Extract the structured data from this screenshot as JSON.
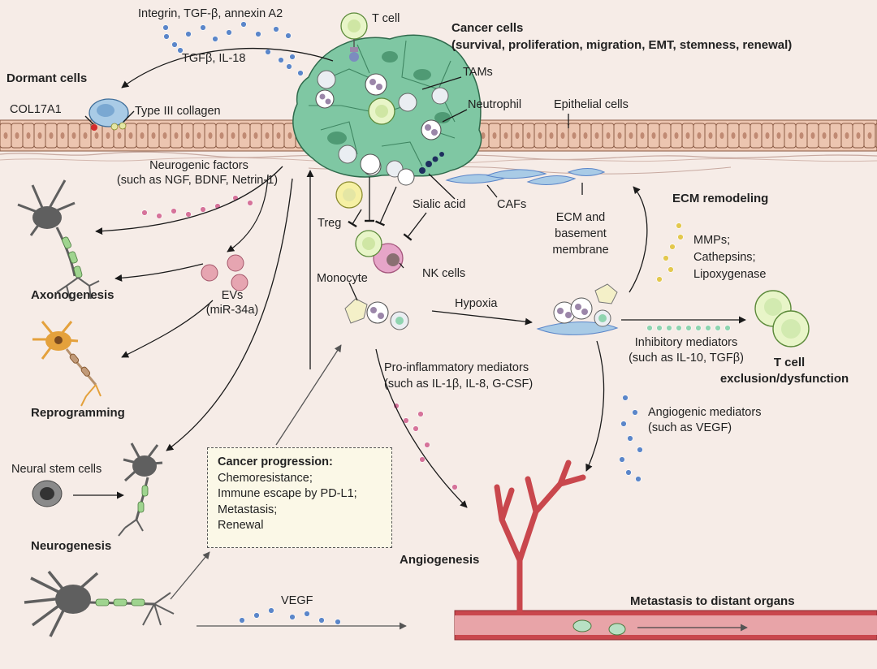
{
  "labels": {
    "integrin": "Integrin, TGF-β,  annexin A2",
    "tcell_top": "T cell",
    "cancer_title": "Cancer cells",
    "cancer_sub": "(survival, proliferation, migration, EMT, stemness, renewal)",
    "tgfb_il18": "TGFβ, IL-18",
    "dormant": "Dormant cells",
    "tams": "TAMs",
    "col17a1": "COL17A1",
    "type3": "Type III collagen",
    "neutrophil": "Neutrophil",
    "epithelial": "Epithelial cells",
    "neurogenic_1": "Neurogenic factors",
    "neurogenic_2": "(such as NGF, BDNF, Netrin-1)",
    "sialic": "Sialic acid",
    "cafs": "CAFs",
    "treg": "Treg",
    "ecm_remodel": "ECM remodeling",
    "ecm_1": "ECM and",
    "ecm_2": "basement",
    "ecm_3": "membrane",
    "mmps": "MMPs;",
    "cathepsins": "Cathepsins;",
    "lipox": "Lipoxygenase",
    "nkcells": "NK cells",
    "evs_1": "EVs",
    "evs_2": "(miR-34a)",
    "axonogenesis": "Axonogenesis",
    "monocyte": "Monocyte",
    "hypoxia": "Hypoxia",
    "inhib_1": "Inhibitory mediators",
    "inhib_2": "(such as IL-10, TGFβ)",
    "texcl_1": "T cell",
    "texcl_2": "exclusion/dysfunction",
    "proinf_1": "Pro-inflammatory mediators",
    "proinf_2": "(such as IL-1β, IL-8, G-CSF)",
    "reprogramming": "Reprogramming",
    "angio_1": "Angiogenic mediators",
    "angio_2": "(such as VEGF)",
    "nsc": "Neural stem cells",
    "neurogenesis": "Neurogenesis",
    "angiogenesis": "Angiogenesis",
    "vegf": "VEGF",
    "metastasis": "Metastasis to distant organs"
  },
  "progression_box": {
    "title": "Cancer progression:",
    "items": [
      "Chemoresistance;",
      "Immune escape by PD-L1;",
      "Metastasis;",
      "Renewal"
    ]
  },
  "colors": {
    "background": "#f6ece7",
    "epithelium": "#ecc5b0",
    "tumor": "#7fc7a3",
    "vessel": "#c9474d",
    "nerve": "#5f5f5f",
    "axon_segment": "#9fd48f",
    "caf": "#a9cbe6",
    "nk_cell": "#e6a5c8",
    "vegf_dot": "#5b86c9",
    "pink_dot": "#d6739a",
    "yellow_dot": "#e3c84d",
    "green_dot": "#8fd4b0"
  }
}
